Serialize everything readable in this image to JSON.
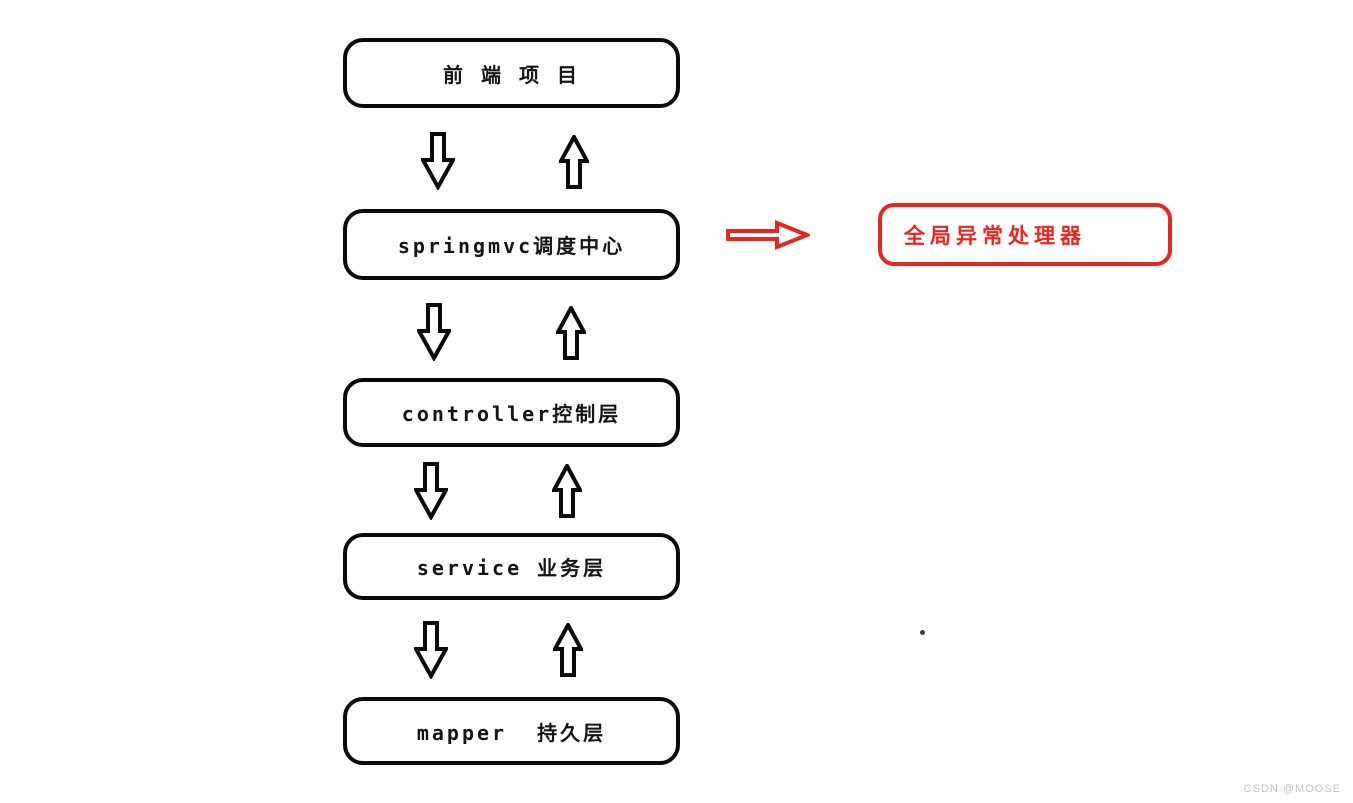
{
  "diagram": {
    "flow_boxes": [
      {
        "label": "前 端 项 目"
      },
      {
        "label": "springmvc调度中心"
      },
      {
        "label": "controller控制层"
      },
      {
        "label": "service 业务层"
      },
      {
        "label": "mapper  持久层"
      }
    ],
    "exception_handler_box": {
      "label": "全局异常处理器"
    },
    "colors": {
      "flow_box_border": "#0a0a0a",
      "flow_box_text": "#141414",
      "arrow_outline": "#0a0a0a",
      "exception_red": "#e8261f",
      "background": "#ffffff"
    }
  },
  "watermark": {
    "text": "CSDN @MOOSE",
    "color": "#c2c2c2"
  }
}
